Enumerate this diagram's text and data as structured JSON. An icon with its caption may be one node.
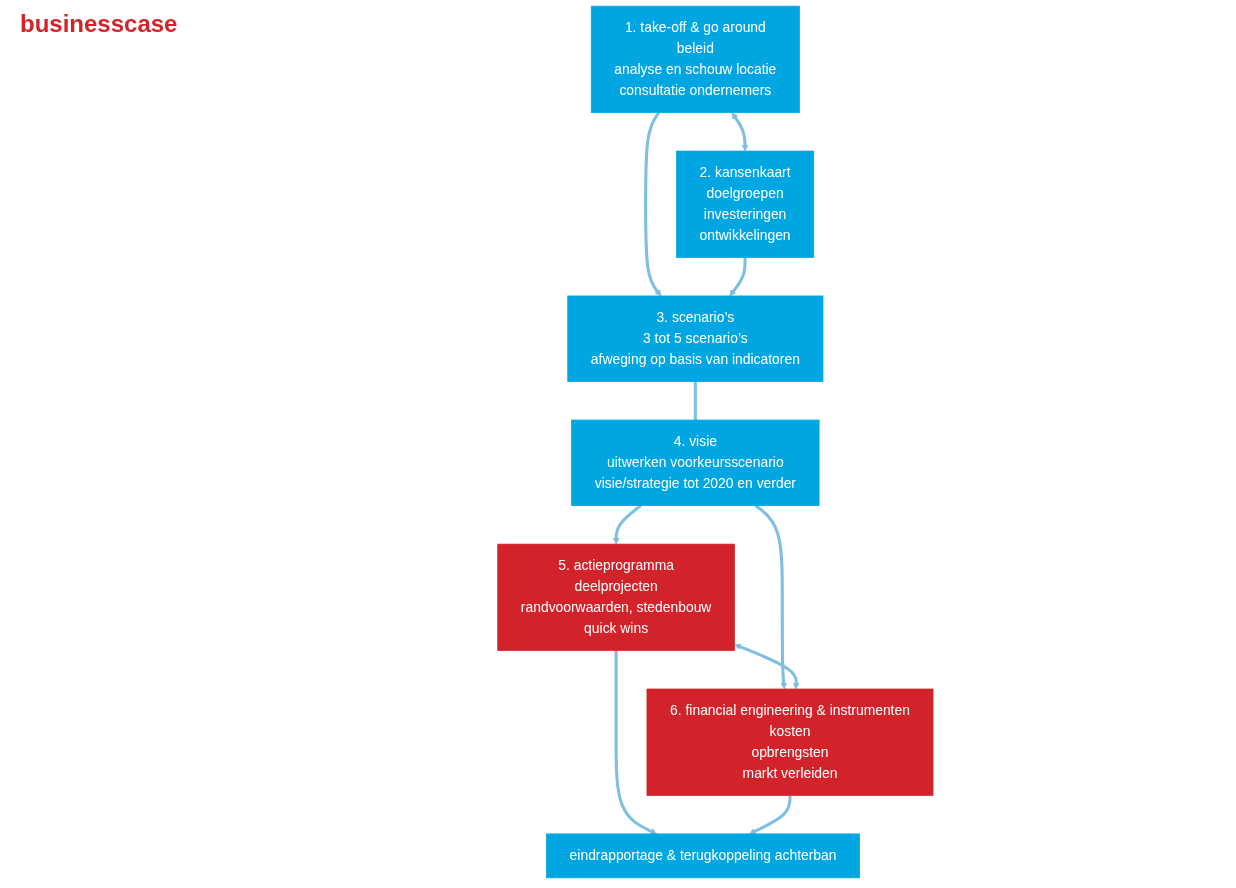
{
  "diagram": {
    "nodes": [
      {
        "text": [
          "1. take-off & go around",
          "beleid",
          "analyse en schouw locatie",
          "consultatie ondernemers"
        ]
      },
      {
        "text": [
          "2. kansenkaart",
          "doelgroepen",
          "investeringen",
          "ontwikkelingen"
        ]
      },
      {
        "text": [
          "3. scenario’s",
          "3 tot 5 scenario’s",
          "afweging op basis van indicatoren"
        ]
      },
      {
        "text": [
          "4. visie",
          "uitwerken voorkeursscenario",
          "visie/strategie tot 2020 en verder"
        ]
      },
      {
        "text": [
          "5. actieprogramma",
          "deelprojecten",
          "randvoorwaarden, stedenbouw",
          "quick wins"
        ]
      },
      {
        "text": [
          "6. financial engineering & instrumenten",
          "kosten",
          "opbrengsten",
          "markt verleiden"
        ]
      },
      {
        "text": [
          "eindrapportage & terugkoppeling achterban"
        ]
      }
    ],
    "edges": [
      {
        "from": 0,
        "to": 1,
        "arrow": "both"
      },
      {
        "from": 0,
        "to": 2,
        "arrow": "to"
      },
      {
        "from": 1,
        "to": 2,
        "arrow": "to"
      },
      {
        "from": 2,
        "to": 3,
        "arrow": "none"
      },
      {
        "from": 3,
        "to": 4,
        "arrow": "to"
      },
      {
        "from": 3,
        "to": 5,
        "arrow": "to"
      },
      {
        "from": 4,
        "to": 5,
        "arrow": "both"
      },
      {
        "from": 4,
        "to": 6,
        "arrow": "to"
      },
      {
        "from": 5,
        "to": 6,
        "arrow": "to"
      }
    ],
    "labels": [
      "businesscase"
    ]
  }
}
